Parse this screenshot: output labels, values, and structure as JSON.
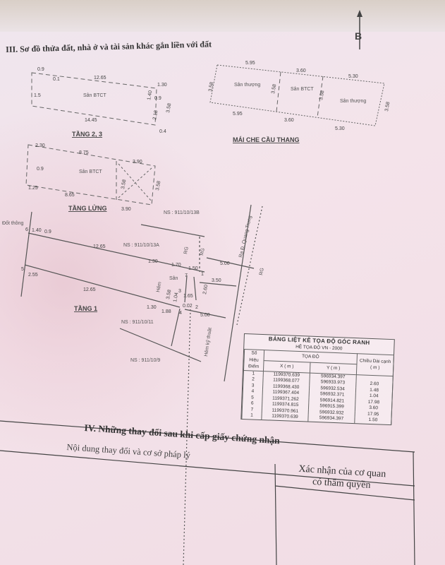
{
  "section3_title": "III. Sơ đồ thửa đất, nhà ở và tài sản khác gắn liền với đất",
  "north_label": "B",
  "floor_2_3": {
    "title": "TẦNG 2, 3",
    "area_label": "Sân BTCT",
    "dims": [
      "0.9",
      "12.65",
      "1.30",
      "14.45",
      "3.58",
      "2.18",
      "1.40",
      "0.9",
      "0.4",
      "1.5",
      "0.1"
    ]
  },
  "mezzanine": {
    "title": "TẦNG LỬNG",
    "area_label": "Sân BTCT",
    "dims": [
      "2.30",
      "8.75",
      "3.90",
      "8.65",
      "3.90",
      "3.58",
      "3.58",
      "1.25",
      "0.9"
    ]
  },
  "stair_roof": {
    "title": "MÁI CHE CẦU THANG",
    "areas": [
      "Sân thượng",
      "Sân BTCT",
      "Sân thượng"
    ],
    "dims": [
      "5.95",
      "3.60",
      "5.30",
      "5.95",
      "3.60",
      "5.30",
      "3.58",
      "3.58",
      "3.58",
      "3.58"
    ]
  },
  "floor_1": {
    "title": "TẦNG 1",
    "neighbors": [
      "NS : 911/10/13B",
      "NS : 911/10/13A",
      "NS : 911/10/11",
      "NS : 911/10/9"
    ],
    "roads": [
      "Ra Đ. Quang Trung",
      "Hẻm kỹ thuật"
    ],
    "labels": [
      "Đốt thông",
      "Sân",
      "Hẻm",
      "RG",
      "RG",
      "RG"
    ],
    "dims": [
      "1.40",
      "0.9",
      "12.65",
      "12.65",
      "2.55",
      "1.30",
      "1.70",
      "1.50",
      "5.00",
      "3.50",
      "1.30",
      "1.88",
      "1.65",
      "0.02",
      "5.00",
      "2.60",
      "1.04",
      "3.58"
    ],
    "points": [
      "6",
      "5",
      "7",
      "1",
      "3",
      "2",
      "4"
    ]
  },
  "coord_table": {
    "title": "BẢNG LIỆT KÊ TỌA ĐỘ GÓC RANH",
    "subtitle": "HỆ TỌA ĐỘ VN - 2000",
    "col_point": "Số Hiệu Điểm",
    "col_coord": "TỌA ĐỘ",
    "col_x": "X ( m )",
    "col_y": "Y ( m )",
    "col_len": "Chiều Dài cạnh ( m )",
    "rows": [
      {
        "p": "1",
        "x": "1199370.639",
        "y": "596934.397",
        "len": ""
      },
      {
        "p": "2",
        "x": "1199368.077",
        "y": "596933.973",
        "len": "2.60"
      },
      {
        "p": "3",
        "x": "1199368.430",
        "y": "596932.534",
        "len": "1.48"
      },
      {
        "p": "4",
        "x": "1199367.404",
        "y": "596932.371",
        "len": "1.04"
      },
      {
        "p": "5",
        "x": "1199371.262",
        "y": "596914.821",
        "len": "17.98"
      },
      {
        "p": "6",
        "x": "1199374.815",
        "y": "596915.399",
        "len": "3.60"
      },
      {
        "p": "7",
        "x": "1199370.961",
        "y": "596932.932",
        "len": "17.95"
      },
      {
        "p": "1",
        "x": "1199370.639",
        "y": "596934.397",
        "len": "1.50"
      }
    ]
  },
  "section4": {
    "title": "IV. Những thay đổi sau khi cấp giấy chứng nhận",
    "col_content": "Nội dung thay đổi và cơ sở pháp lý",
    "col_confirm_line1": "Xác nhận của cơ quan",
    "col_confirm_line2": "có thẩm quyền"
  }
}
